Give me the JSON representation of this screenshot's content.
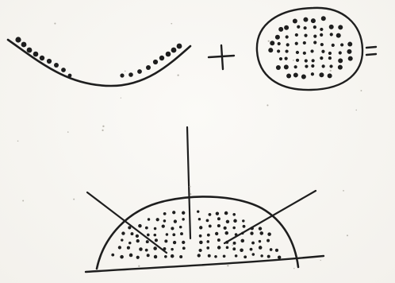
{
  "diagram": {
    "kind": "hand-drawn sketch",
    "ink_color": "#1e1e1e",
    "paper_color": "#f6f5f1",
    "operators": {
      "plus": "+",
      "equals": "="
    },
    "elements": [
      {
        "id": "curved-dotted-arc",
        "shape": "concave arc with dots along inner edge"
      },
      {
        "id": "dotted-disc",
        "shape": "filled oval covered with dots"
      },
      {
        "id": "dotted-dome",
        "shape": "half-disc dome with dots, resting on baseline, with three radiating lines"
      }
    ]
  }
}
